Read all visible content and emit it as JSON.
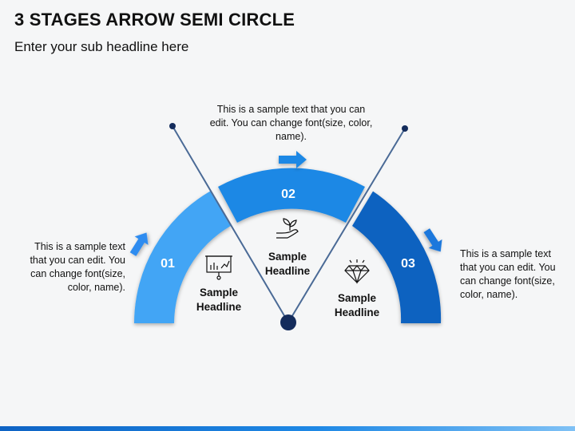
{
  "header": {
    "title": "3 STAGES ARROW SEMI CIRCLE",
    "subtitle": "Enter your sub headline here"
  },
  "colors": {
    "stage1": "#42a5f5",
    "stage2": "#1e88e5",
    "stage3": "#0d62c0",
    "needle": "#4a6a96",
    "hub": "#142c5c"
  },
  "stages": [
    {
      "number": "01",
      "headline": "Sample\nHeadline",
      "icon": "presentation-board-icon",
      "description": "This is a sample text that you can edit. You can change font(size, color, name)."
    },
    {
      "number": "02",
      "headline": "Sample\nHeadline",
      "icon": "plant-in-hand-icon",
      "description": "This is a sample text that you can edit. You can change font(size, color, name)."
    },
    {
      "number": "03",
      "headline": "Sample\nHeadline",
      "icon": "diamond-icon",
      "description": "This is a sample text that you can edit. You can change font(size, color, name)."
    }
  ]
}
